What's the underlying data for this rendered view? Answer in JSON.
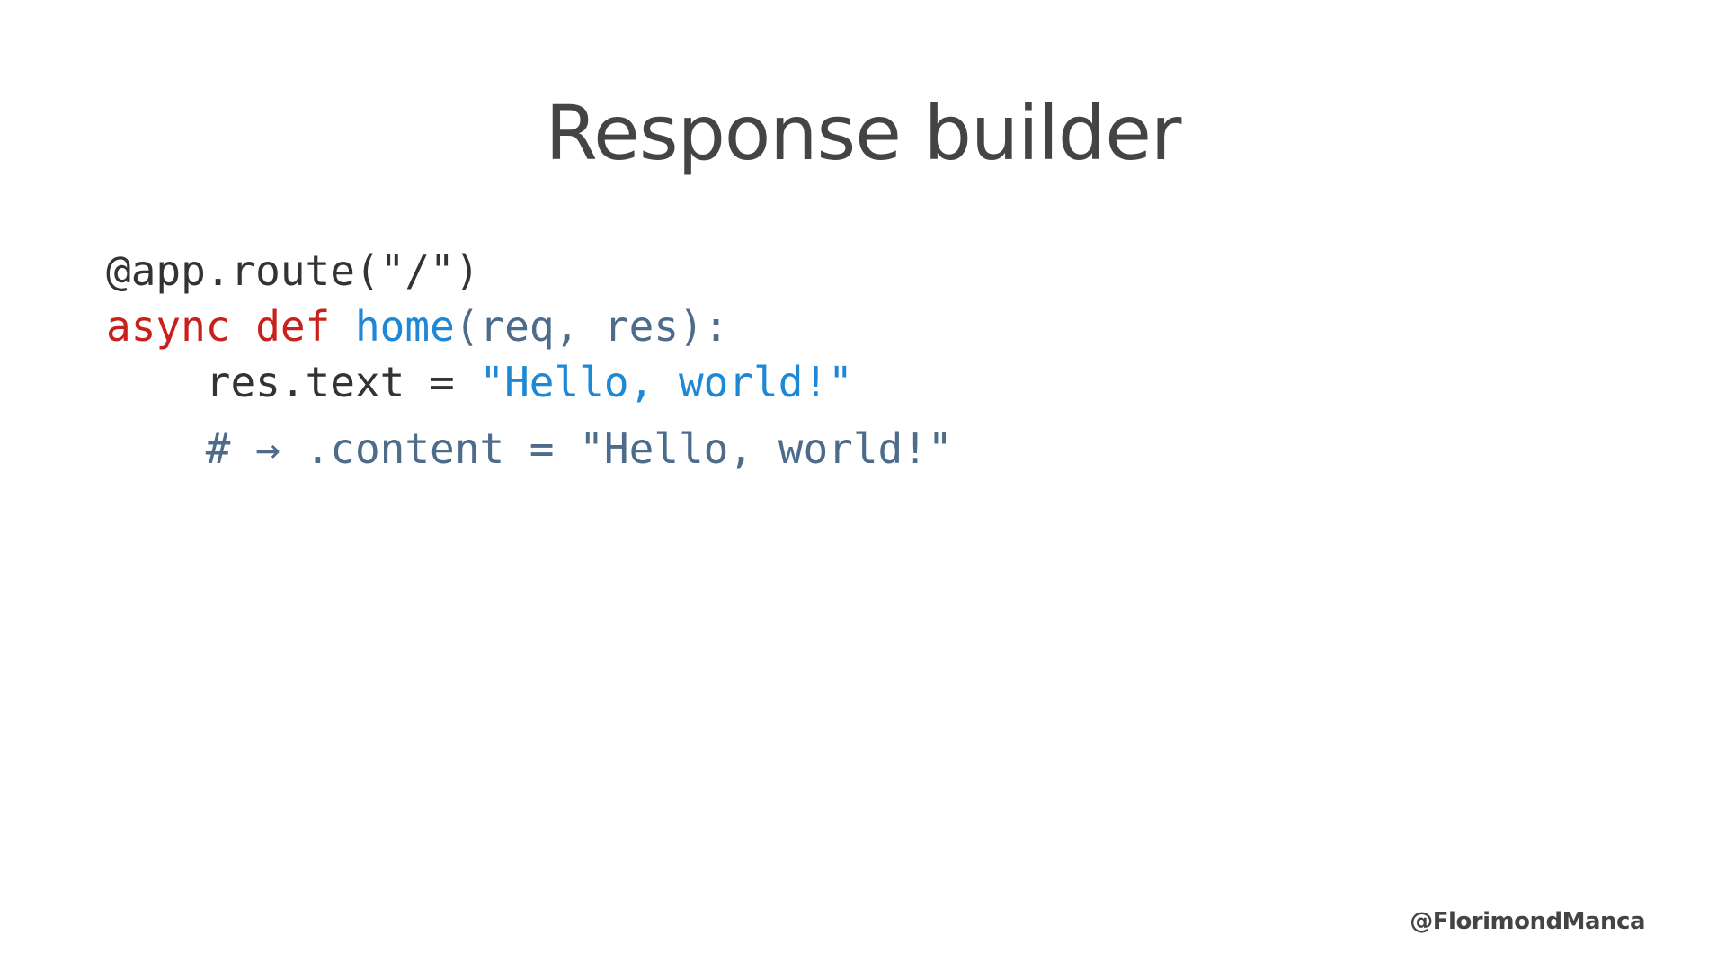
{
  "slide": {
    "title": "Response builder",
    "handle": "@FlorimondManca"
  },
  "code": {
    "line1": {
      "decorator": "@app.route(\"/\")"
    },
    "line2": {
      "kw_async": "async",
      "space1": " ",
      "kw_def": "def",
      "space2": " ",
      "func_name": "home",
      "params": "(req, res):"
    },
    "line3": {
      "indent": "    ",
      "assign": "res.text = ",
      "string": "\"Hello, world!\""
    },
    "line4": {
      "indent": "    ",
      "comment": "# → .content = \"Hello, world!\""
    }
  },
  "colors": {
    "keyword": "#c8211b",
    "function": "#1e88d4",
    "string": "#1e88d4",
    "param": "#4d6b8a",
    "comment": "#4d6b8a",
    "text": "#333333",
    "title": "#444444"
  }
}
